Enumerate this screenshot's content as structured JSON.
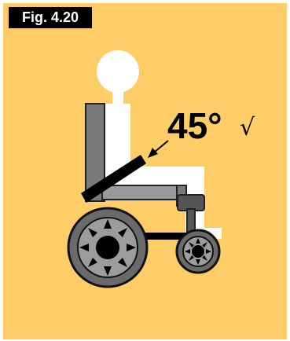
{
  "figure": {
    "label": "Fig. 4.20"
  },
  "annotation": {
    "angle": "45°",
    "check": "√"
  },
  "colors": {
    "background": "#fecd67",
    "label_bg": "#000000",
    "label_text": "#ffffff",
    "person": "#ffffff",
    "chair_dark": "#555555",
    "chair_mid": "#7a7a7a",
    "chair_light": "#9a9a9a",
    "belt": "#000000"
  },
  "icons": [
    "wheelchair-user",
    "seat-belt",
    "pointer-arrow"
  ]
}
